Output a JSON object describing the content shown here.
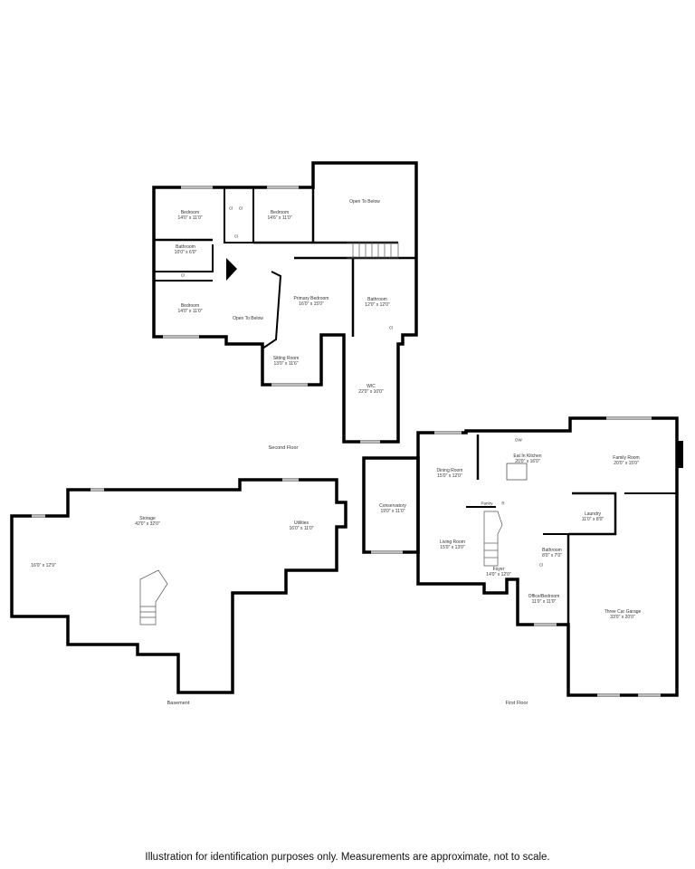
{
  "floors": {
    "second": {
      "label": "Second Floor",
      "rooms": [
        {
          "name": "Bedroom",
          "dim": "14'0\" x 11'0\""
        },
        {
          "name": "Bedroom",
          "dim": "14'6\" x 11'0\""
        },
        {
          "name": "Open To Below",
          "dim": ""
        },
        {
          "name": "Bathroom",
          "dim": "10'0\" x 6'0\""
        },
        {
          "name": "Bedroom",
          "dim": "14'0\" x 11'0\""
        },
        {
          "name": "Open To Below",
          "dim": ""
        },
        {
          "name": "Primary Bedroom",
          "dim": "16'0\" x 15'0\""
        },
        {
          "name": "Bathroom",
          "dim": "12'0\" x 12'0\""
        },
        {
          "name": "Sitting Room",
          "dim": "13'0\" x 11'6\""
        },
        {
          "name": "WIC",
          "dim": "22'0\" x 10'0\""
        }
      ],
      "closets": [
        "Cl",
        "Cl",
        "Cl",
        "Cl",
        "Cl"
      ]
    },
    "basement": {
      "label": "Basement",
      "rooms": [
        {
          "name": "Storage",
          "dim": "42'0\" x 32'0\""
        },
        {
          "name": "Utilities",
          "dim": "16'0\" x 11'0\""
        },
        {
          "name": "",
          "dim": "16'0\" x 12'9\""
        }
      ]
    },
    "first": {
      "label": "First Floor",
      "rooms": [
        {
          "name": "Dining Room",
          "dim": "15'0\" x 12'0\""
        },
        {
          "name": "Eat In Kitchen",
          "dim": "20'0\" x 16'0\""
        },
        {
          "name": "Family Room",
          "dim": "20'0\" x 15'0\""
        },
        {
          "name": "Conservatory",
          "dim": "19'0\" x 11'0\""
        },
        {
          "name": "Living Room",
          "dim": "15'0\" x 13'0\""
        },
        {
          "name": "Laundry",
          "dim": "11'0\" x 8'0\""
        },
        {
          "name": "Bathroom",
          "dim": "8'0\" x 7'0\""
        },
        {
          "name": "Foyer",
          "dim": "14'0\" x 12'0\""
        },
        {
          "name": "Office/Bedroom",
          "dim": "11'0\" x 11'0\""
        },
        {
          "name": "Three Car Garage",
          "dim": "33'0\" x 20'0\""
        }
      ],
      "fixtures": {
        "pantry": "Pantry",
        "refrigerator": "R",
        "dishwasher": "DW",
        "closet": "Cl"
      }
    }
  },
  "disclaimer": "Illustration for identification purposes only. Measurements are approximate, not to scale."
}
